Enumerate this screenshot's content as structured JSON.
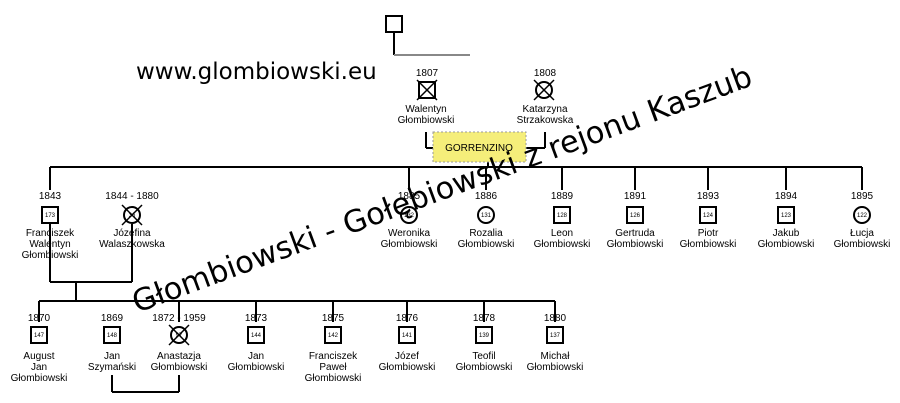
{
  "watermark": {
    "url": "www.glombiowski.eu",
    "slogan": "Głombiowski - Gołębiowski z rejonu Kaszub"
  },
  "ancestor_root": {
    "name": ""
  },
  "gen1": {
    "father": {
      "year": "1807",
      "lines": [
        "Walentyn",
        "Głombiowski"
      ],
      "deceased": true,
      "sex": "m"
    },
    "mother": {
      "year": "1808",
      "lines": [
        "Katarzyna",
        "Strzakowska"
      ],
      "deceased": true,
      "sex": "f"
    },
    "place": "GORRENZINO"
  },
  "gen2": [
    {
      "year": "1843",
      "id": "173",
      "lines": [
        "Franciszek",
        "Walentyn",
        "Głombiowski"
      ],
      "sex": "m",
      "deceased": false
    },
    {
      "year": "1844 - 1880",
      "id": "36",
      "lines": [
        "Józefina",
        "Walaszkowska"
      ],
      "sex": "f",
      "deceased": true
    },
    {
      "year": "1885",
      "id": "132",
      "lines": [
        "Weronika",
        "Głombiowski"
      ],
      "sex": "f",
      "deceased": false
    },
    {
      "year": "1886",
      "id": "131",
      "lines": [
        "Rozalia",
        "Głombiowski"
      ],
      "sex": "f",
      "deceased": false
    },
    {
      "year": "1889",
      "id": "128",
      "lines": [
        "Leon",
        "Głombiowski"
      ],
      "sex": "m",
      "deceased": false
    },
    {
      "year": "1891",
      "id": "126",
      "lines": [
        "Gertruda",
        "Głombiowski"
      ],
      "sex": "m",
      "deceased": false
    },
    {
      "year": "1893",
      "id": "124",
      "lines": [
        "Piotr",
        "Głombiowski"
      ],
      "sex": "m",
      "deceased": false
    },
    {
      "year": "1894",
      "id": "123",
      "lines": [
        "Jakub",
        "Głombiowski"
      ],
      "sex": "m",
      "deceased": false
    },
    {
      "year": "1895",
      "id": "122",
      "lines": [
        "Łucja",
        "Głombiowski"
      ],
      "sex": "f",
      "deceased": false
    }
  ],
  "gen3": [
    {
      "year": "1870",
      "id": "147",
      "lines": [
        "August",
        "Jan",
        "Głombiowski"
      ],
      "sex": "m",
      "deceased": false
    },
    {
      "year": "1869",
      "id": "148",
      "lines": [
        "Jan",
        "Szymański"
      ],
      "sex": "m",
      "deceased": false
    },
    {
      "year": "1872 - 1959",
      "id": "97",
      "lines": [
        "Anastazja",
        "Głombiowski"
      ],
      "sex": "f",
      "deceased": true
    },
    {
      "year": "1873",
      "id": "144",
      "lines": [
        "Jan",
        "Głombiowski"
      ],
      "sex": "m",
      "deceased": false
    },
    {
      "year": "1875",
      "id": "142",
      "lines": [
        "Franciszek",
        "Paweł",
        "Głombiowski"
      ],
      "sex": "m",
      "deceased": false
    },
    {
      "year": "1876",
      "id": "141",
      "lines": [
        "Józef",
        "Głombiowski"
      ],
      "sex": "m",
      "deceased": false
    },
    {
      "year": "1878",
      "id": "139",
      "lines": [
        "Teofil",
        "Głombiowski"
      ],
      "sex": "m",
      "deceased": false
    },
    {
      "year": "1880",
      "id": "137",
      "lines": [
        "Michał",
        "Głombiowski"
      ],
      "sex": "m",
      "deceased": false
    }
  ]
}
